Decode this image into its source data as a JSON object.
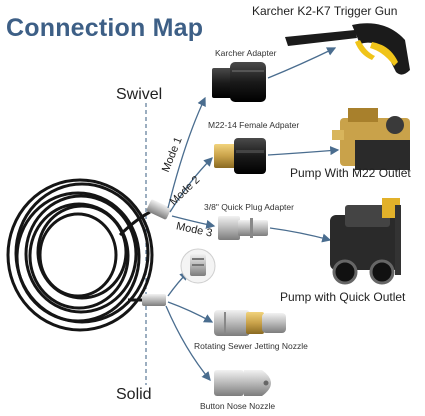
{
  "title": "Connection Map",
  "labels": {
    "gun": "Karcher K2-K7 Trigger Gun",
    "karcher_adapter": "Karcher Adapter",
    "m22_adapter": "M22-14 Female Adpater",
    "pump_m22": "Pump With M22 Outlet",
    "quick_plug": "3/8\" Quick Plug Adapter",
    "pump_quick": "Pump with Quick Outlet",
    "sewer_nozzle": "Rotating Sewer Jetting Nozzle",
    "button_nozzle": "Button Nose Nozzle",
    "swivel": "Swivel",
    "solid": "Solid"
  },
  "modes": [
    "Mode 1",
    "Mode 2",
    "Mode 3"
  ],
  "colors": {
    "title": "#3d5f86",
    "arrow": "#4a6d8f",
    "gun_accent": "#f0c419",
    "hose": "#151515",
    "brass": "#c9a24a"
  }
}
